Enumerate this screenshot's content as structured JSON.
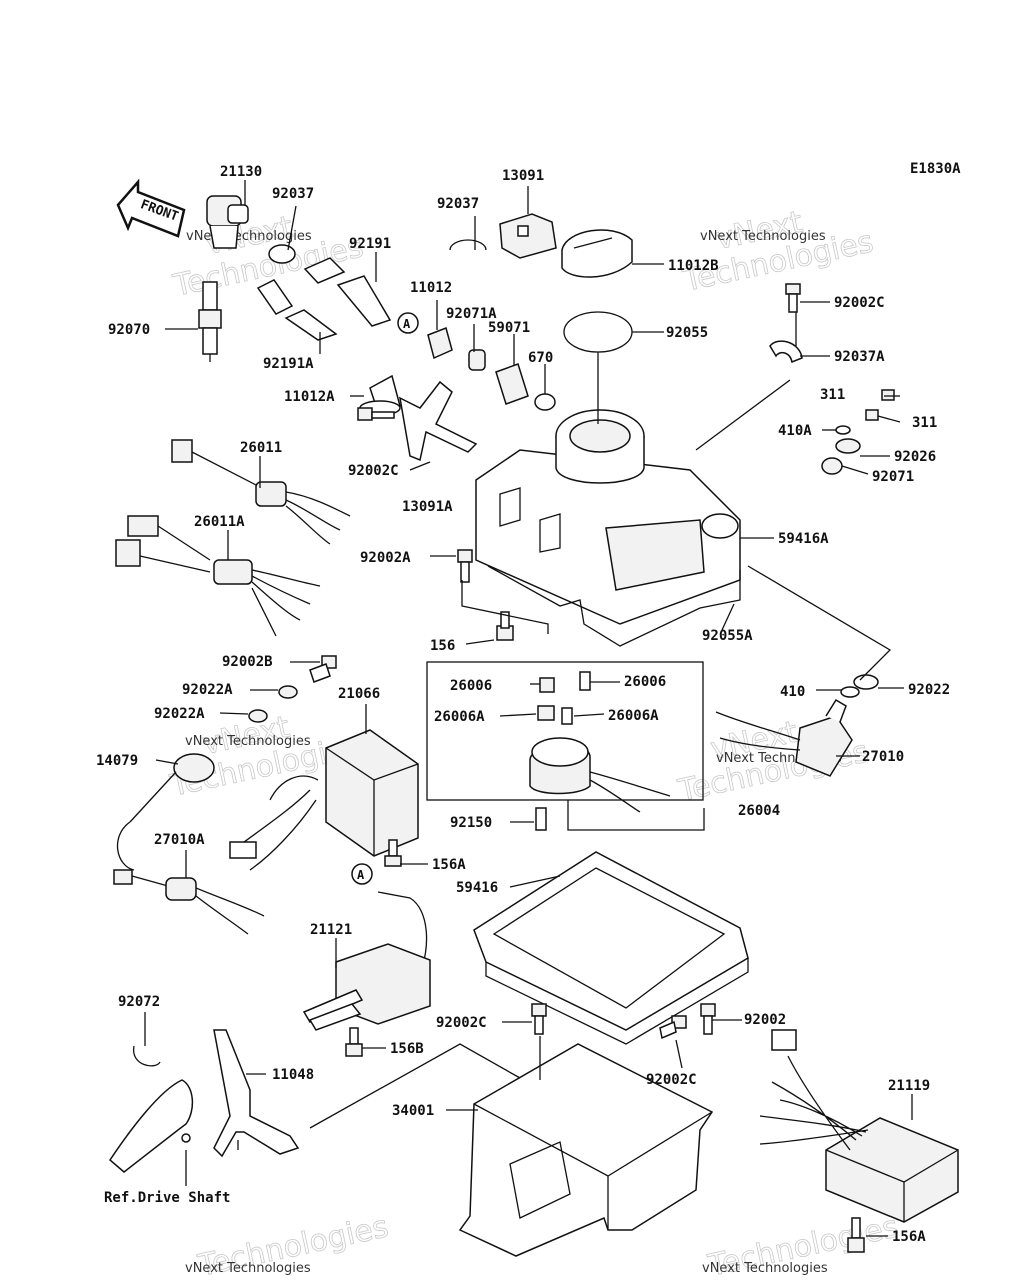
{
  "diagram_code": "E1830A",
  "front_label": "FRONT",
  "watermark": {
    "line1": "vNext",
    "line2": "Technologies",
    "small": "vNext Technologies"
  },
  "ref_label": "Ref.Drive Shaft",
  "callout_a": "A",
  "part_labels": {
    "p21130": "21130",
    "p92037_top": "92037",
    "p92191": "92191",
    "p92070": "92070",
    "p92191A": "92191A",
    "p11012": "11012",
    "p92071A": "92071A",
    "p92037_mid": "92037",
    "p13091": "13091",
    "p11012B": "11012B",
    "p59071": "59071",
    "p670": "670",
    "p92055": "92055",
    "p92002C_top": "92002C",
    "p92037A": "92037A",
    "p311a": "311",
    "p311b": "311",
    "p410A": "410A",
    "p92026": "92026",
    "p92071": "92071",
    "p11012A": "11012A",
    "p92002C_left": "92002C",
    "p13091A": "13091A",
    "p26011": "26011",
    "p26011A": "26011A",
    "p59416A": "59416A",
    "p92002A": "92002A",
    "p156": "156",
    "p92055A": "92055A",
    "p92002B": "92002B",
    "p92022A_1": "92022A",
    "p21066": "21066",
    "p92022A_2": "92022A",
    "p26006_1": "26006",
    "p26006_2": "26006",
    "p26006A_1": "26006A",
    "p26006A_2": "26006A",
    "p410": "410",
    "p92022": "92022",
    "p14079": "14079",
    "p27010": "27010",
    "p26004": "26004",
    "p92150": "92150",
    "p27010A": "27010A",
    "p156A_mid": "156A",
    "p59416": "59416",
    "p21121": "21121",
    "p92072": "92072",
    "p92002C_bot": "92002C",
    "p92002": "92002",
    "p156B": "156B",
    "p11048": "11048",
    "p92002C_bot2": "92002C",
    "p21119": "21119",
    "p34001": "34001",
    "p156A_bot": "156A"
  }
}
